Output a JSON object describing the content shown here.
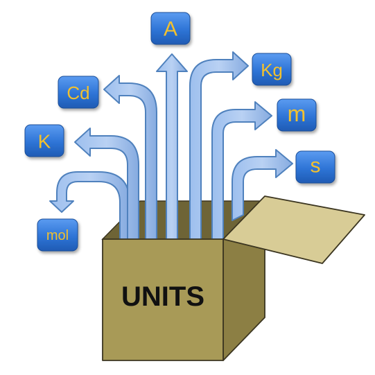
{
  "box": {
    "label": "UNITS"
  },
  "units": [
    {
      "id": "ampere",
      "symbol": "A"
    },
    {
      "id": "kilogram",
      "symbol": "Kg"
    },
    {
      "id": "candela",
      "symbol": "Cd"
    },
    {
      "id": "metre",
      "symbol": "m"
    },
    {
      "id": "kelvin",
      "symbol": "K"
    },
    {
      "id": "second",
      "symbol": "s"
    },
    {
      "id": "mole",
      "symbol": "mol"
    }
  ],
  "colors": {
    "arrow_fill": "#8fb3e6",
    "arrow_stroke": "#4f81bd",
    "tile_fill": "#2e74d6",
    "tile_text": "#f2c12e",
    "box_front": "#a89a57",
    "box_side": "#8c7f44",
    "box_lid": "#d8cc96",
    "box_edge": "#3b3520"
  }
}
